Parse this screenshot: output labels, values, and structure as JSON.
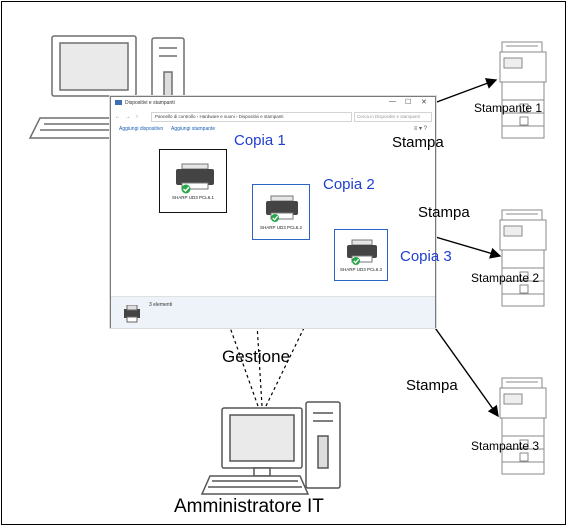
{
  "window": {
    "title": "Dispositivi e stampanti",
    "controls": [
      "—",
      "☐",
      "✕"
    ],
    "nav_buttons": "← → ↑",
    "breadcrumb": "Pannello di controllo › Hardware e suoni › Dispositivi e stampanti",
    "search_placeholder": "Cerca in Dispositivi e stampanti",
    "commands": [
      "Aggiungi dispositivo",
      "Aggiungi stampante"
    ],
    "status_count": "3 elementi"
  },
  "printers": [
    {
      "name": "SHARP UD3 PCL6.1"
    },
    {
      "name": "SHARP UD3 PCL6.2"
    },
    {
      "name": "SHARP UD3 PCL6.3"
    }
  ],
  "copy_labels": [
    "Copia 1",
    "Copia 2",
    "Copia 3"
  ],
  "print_labels": [
    "Stampa",
    "Stampa",
    "Stampa"
  ],
  "output_printers": [
    "Stampante 1",
    "Stampante 2",
    "Stampante 3"
  ],
  "management_label": "Gestione",
  "admin_label": "Amministratore IT",
  "colors": {
    "copy_text": "#1f3fd0",
    "selection_border": "#2a62c6",
    "check_green": "#2aa64a",
    "line": "#000000"
  }
}
